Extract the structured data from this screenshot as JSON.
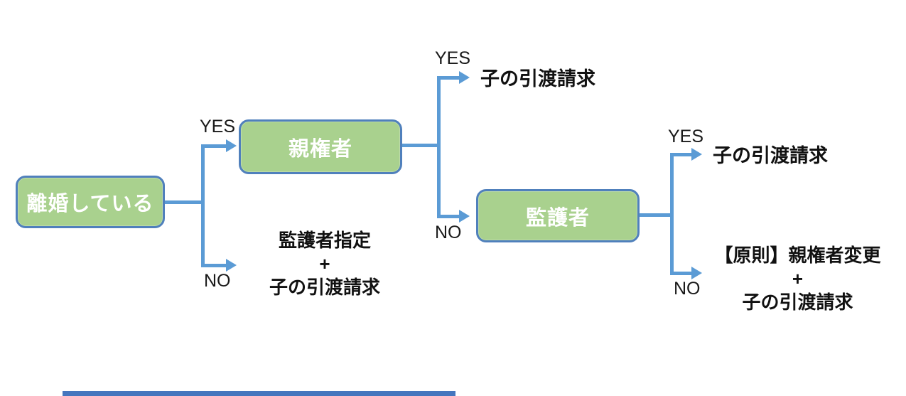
{
  "diagram": {
    "nodes": [
      {
        "id": "divorced",
        "label": "離婚している"
      },
      {
        "id": "parental-authority-holder",
        "label": "親権者"
      },
      {
        "id": "guardian",
        "label": "監護者"
      }
    ],
    "labels": {
      "yes": "YES",
      "no": "NO"
    },
    "results": {
      "parental_yes": "子の引渡請求",
      "guardian_yes": "子の引渡請求",
      "not_divorced": [
        "監護者指定",
        "+",
        "子の引渡請求"
      ],
      "not_guardian": [
        "【原則】親権者変更",
        "+",
        "子の引渡請求"
      ]
    },
    "colors": {
      "node_fill": "#A9D18E",
      "node_border": "#5080BC",
      "node_text": "#FFFFFF",
      "connector": "#5B9BD5",
      "label_text": "#1A1A1A",
      "bottom_bar": "#4576BE"
    }
  }
}
